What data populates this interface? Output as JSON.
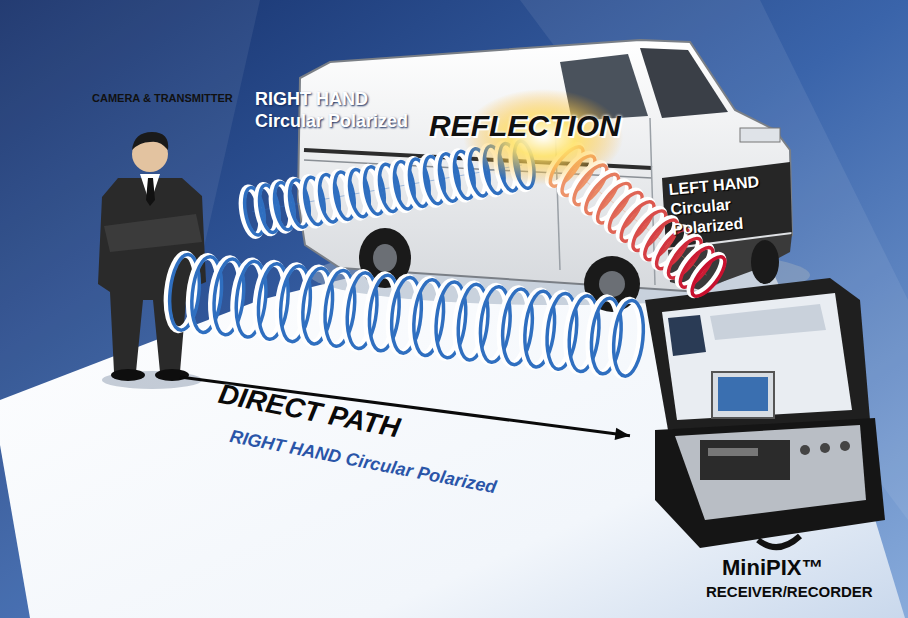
{
  "diagram": {
    "nodes": [
      {
        "text": [
          "CAMERA & TRANSMITTER"
        ]
      },
      {
        "text": [
          "REFLECTION"
        ]
      },
      {
        "text": [
          "MiniPIX™",
          "RECEIVER/RECORDER"
        ]
      }
    ],
    "edges": [
      {
        "from": 0,
        "to": 2,
        "arrow": "to",
        "label": "DIRECT PATH"
      },
      {
        "from": 0,
        "to": 1,
        "arrow": "none",
        "label": "RIGHT HAND Circular Polarized"
      },
      {
        "from": 1,
        "to": 2,
        "arrow": "none",
        "label": "LEFT HAND Circular Polarized"
      }
    ],
    "labels": [
      "RIGHT HAND Circular Polarized"
    ]
  }
}
